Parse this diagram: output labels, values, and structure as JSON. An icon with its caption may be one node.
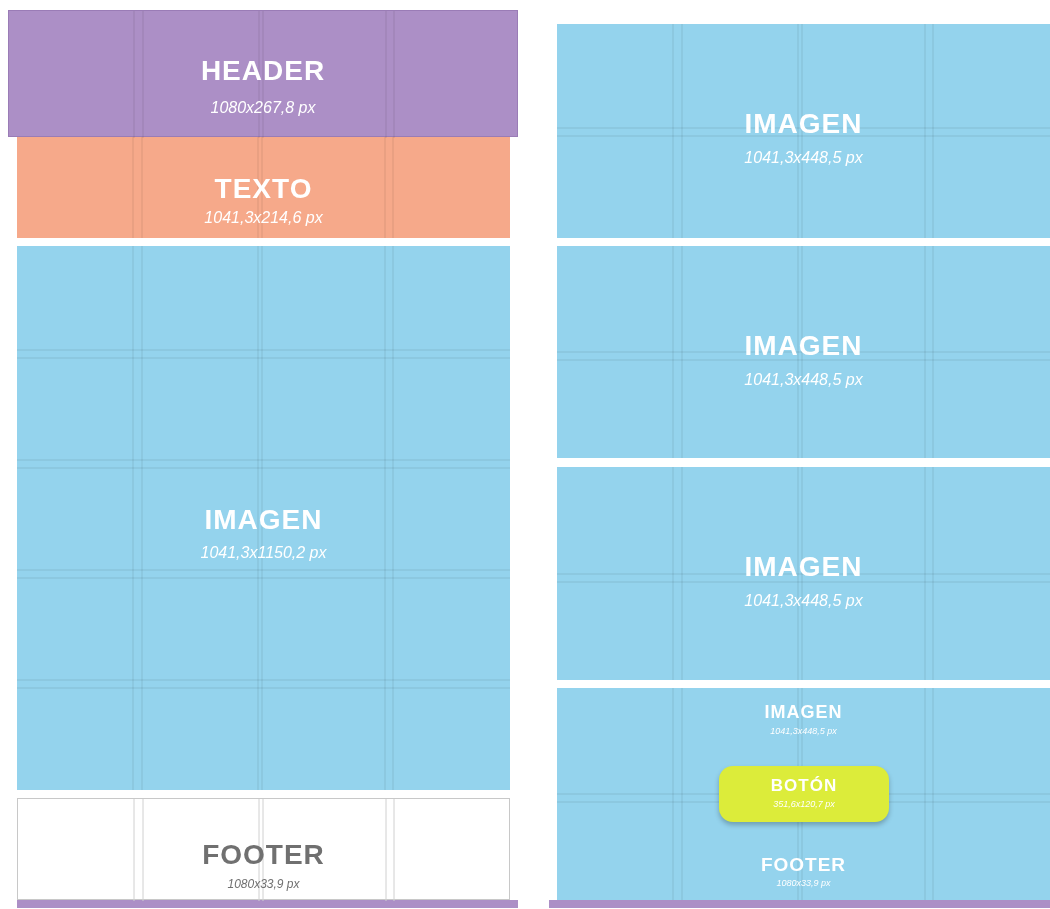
{
  "diagram": {
    "nodes": [
      {
        "text": [
          "HEADER",
          "1080x267,8 px"
        ]
      },
      {
        "text": [
          "TEXTO",
          "1041,3x214,6 px"
        ]
      },
      {
        "text": [
          "IMAGEN",
          "1041,3x1150,2 px"
        ]
      },
      {
        "text": [
          "FOOTER",
          "1080x33,9 px"
        ]
      },
      {
        "text": [
          "IMAGEN",
          "1041,3x448,5 px"
        ]
      },
      {
        "text": [
          "IMAGEN",
          "1041,3x448,5 px"
        ]
      },
      {
        "text": [
          "IMAGEN",
          "1041,3x448,5 px"
        ]
      },
      {
        "text": [
          "IMAGEN",
          "1041,3x448,5 px"
        ]
      },
      {
        "text": [
          "BOTÓN",
          "351,6x120,7 px"
        ],
        "in": 7
      },
      {
        "text": [
          "FOOTER",
          "1080x33,9 px"
        ],
        "in": 7
      }
    ],
    "edges": []
  }
}
